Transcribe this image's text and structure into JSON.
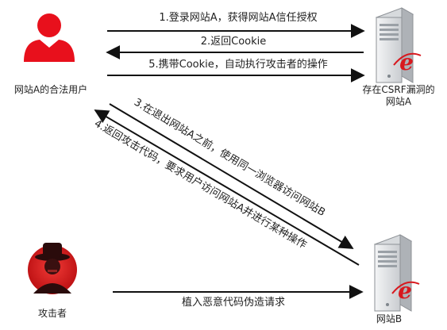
{
  "nodes": {
    "user": {
      "label": "网站A的合法用户"
    },
    "site_a": {
      "label_line1": "存在CSRF漏洞的",
      "label_line2": "网站A"
    },
    "attacker": {
      "label": "攻击者"
    },
    "site_b": {
      "label": "网站B"
    }
  },
  "arrows": {
    "step1": "1.登录网站A，获得网站A信任授权",
    "step2": "2.返回Cookie",
    "step5": "5.携带Cookie，自动执行攻击者的操作",
    "step3": "3.在退出网站A之前，使用同一浏览器访问网站B",
    "step4": "4.返回攻击代码，要求用户访问网站A并进行某种操作",
    "inject": "植入恶意代码伪造请求"
  },
  "colors": {
    "user_red": "#e8101c",
    "arrow": "#111111",
    "server_body": "#e4e6e8",
    "browser_red": "#d8181e"
  }
}
